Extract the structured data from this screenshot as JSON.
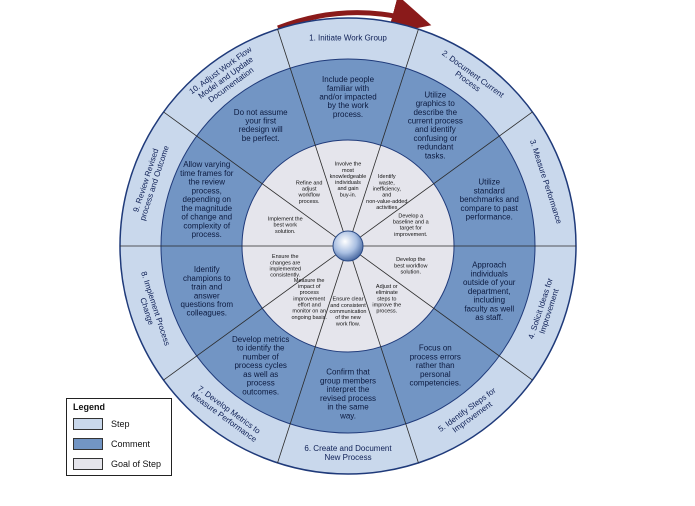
{
  "colors": {
    "step": "#c9d8ec",
    "comment": "#7295c4",
    "goal": "#e5e5ec",
    "outline": "#1f3a7a",
    "arrow": "#8a1a1a",
    "hub": "#a9bfe2"
  },
  "steps": [
    "1. Initiate Work Group",
    "2. Document Current Process",
    "3. Measure Performance",
    "4. Solicit Ideas for Improvement",
    "5. Identify Steps for Improvement",
    "6. Create and Document New Process",
    "7. Develop Metrics to Measure Performance",
    "8. Implement Process Change",
    "9. Review Revised process and Outcome",
    "10. Adjust Work Flow Model and Update Documentation"
  ],
  "comments": [
    "Include people familiar with and/or impacted by the work process.",
    "Utilize graphics to describe the current process and identify confusing or redundant tasks.",
    "Utilize standard benchmarks and compare to past performance.",
    "Approach individuals outside of your department, including faculty as well as staff.",
    "Focus on process errors rather than personal competencies.",
    "Confirm that group members interpret the revised process in the same way.",
    "Develop metrics to identify the number of process cycles as well as process outcomes.",
    "Identify champions to train and answer questions from colleagues.",
    "Allow varying time frames for the review process, depending on the magnitude of change and complexity of process.",
    "Do not assume your first redesign will be perfect."
  ],
  "goals": [
    "Involve the most knowledgeable individuals and gain buy-in.",
    "Identify waste, inefficiency, and non-value-added activities",
    "Develop a baseline and a target for improvement.",
    "Develop the best workflow solution.",
    "Adjust or eliminate steps to improve the process.",
    "Ensure clear and consistent communication of the new work flow.",
    "Measure the impact of process improvement effort and monitor on an ongoing basis.",
    "Ensure the changes are implemented consistently.",
    "Implement the best work solution.",
    "Refine and adjust workflow process."
  ],
  "legend": {
    "title": "Legend",
    "items": [
      {
        "label": "Step",
        "color_key": "step"
      },
      {
        "label": "Comment",
        "color_key": "comment"
      },
      {
        "label": "Goal of Step",
        "color_key": "goal"
      }
    ]
  }
}
